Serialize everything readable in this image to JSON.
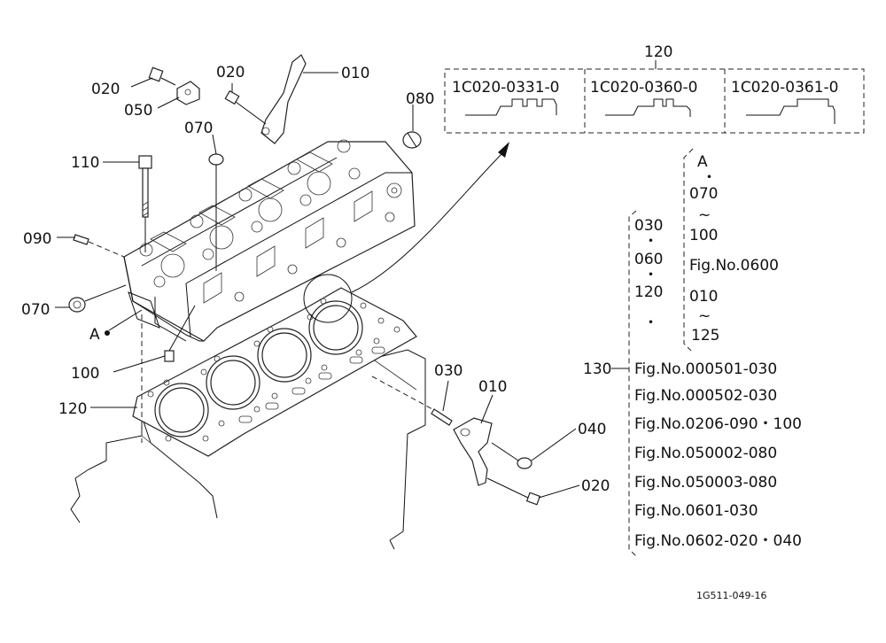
{
  "parts": {
    "p010_top": "010",
    "p020_left": "020",
    "p020_mid": "020",
    "p050": "050",
    "p080": "080",
    "p070_top": "070",
    "p110": "110",
    "p090": "090",
    "p070_left": "070",
    "p_a": "A",
    "p100": "100",
    "p120_left": "120",
    "p030": "030",
    "p010_bottom": "010",
    "p040": "040",
    "p020_bottom": "020",
    "p130": "130"
  },
  "gasket_variants": {
    "group_label": "120",
    "codes": [
      "1C020-0331-0",
      "1C020-0360-0",
      "1C020-0361-0"
    ]
  },
  "bracket_a": {
    "items": [
      "A",
      "070",
      "~",
      "100",
      "Fig.No.0600",
      "010",
      "~",
      "125"
    ]
  },
  "bracket_b": {
    "items": [
      "030",
      "060",
      "120"
    ]
  },
  "fig_refs": [
    "Fig.No.000501-030",
    "Fig.No.000502-030",
    "Fig.No.0206-090・100",
    "Fig.No.050002-080",
    "Fig.No.050003-080",
    "Fig.No.0601-030",
    "Fig.No.0602-020・040"
  ],
  "drawing_number": "1G511-049-16"
}
